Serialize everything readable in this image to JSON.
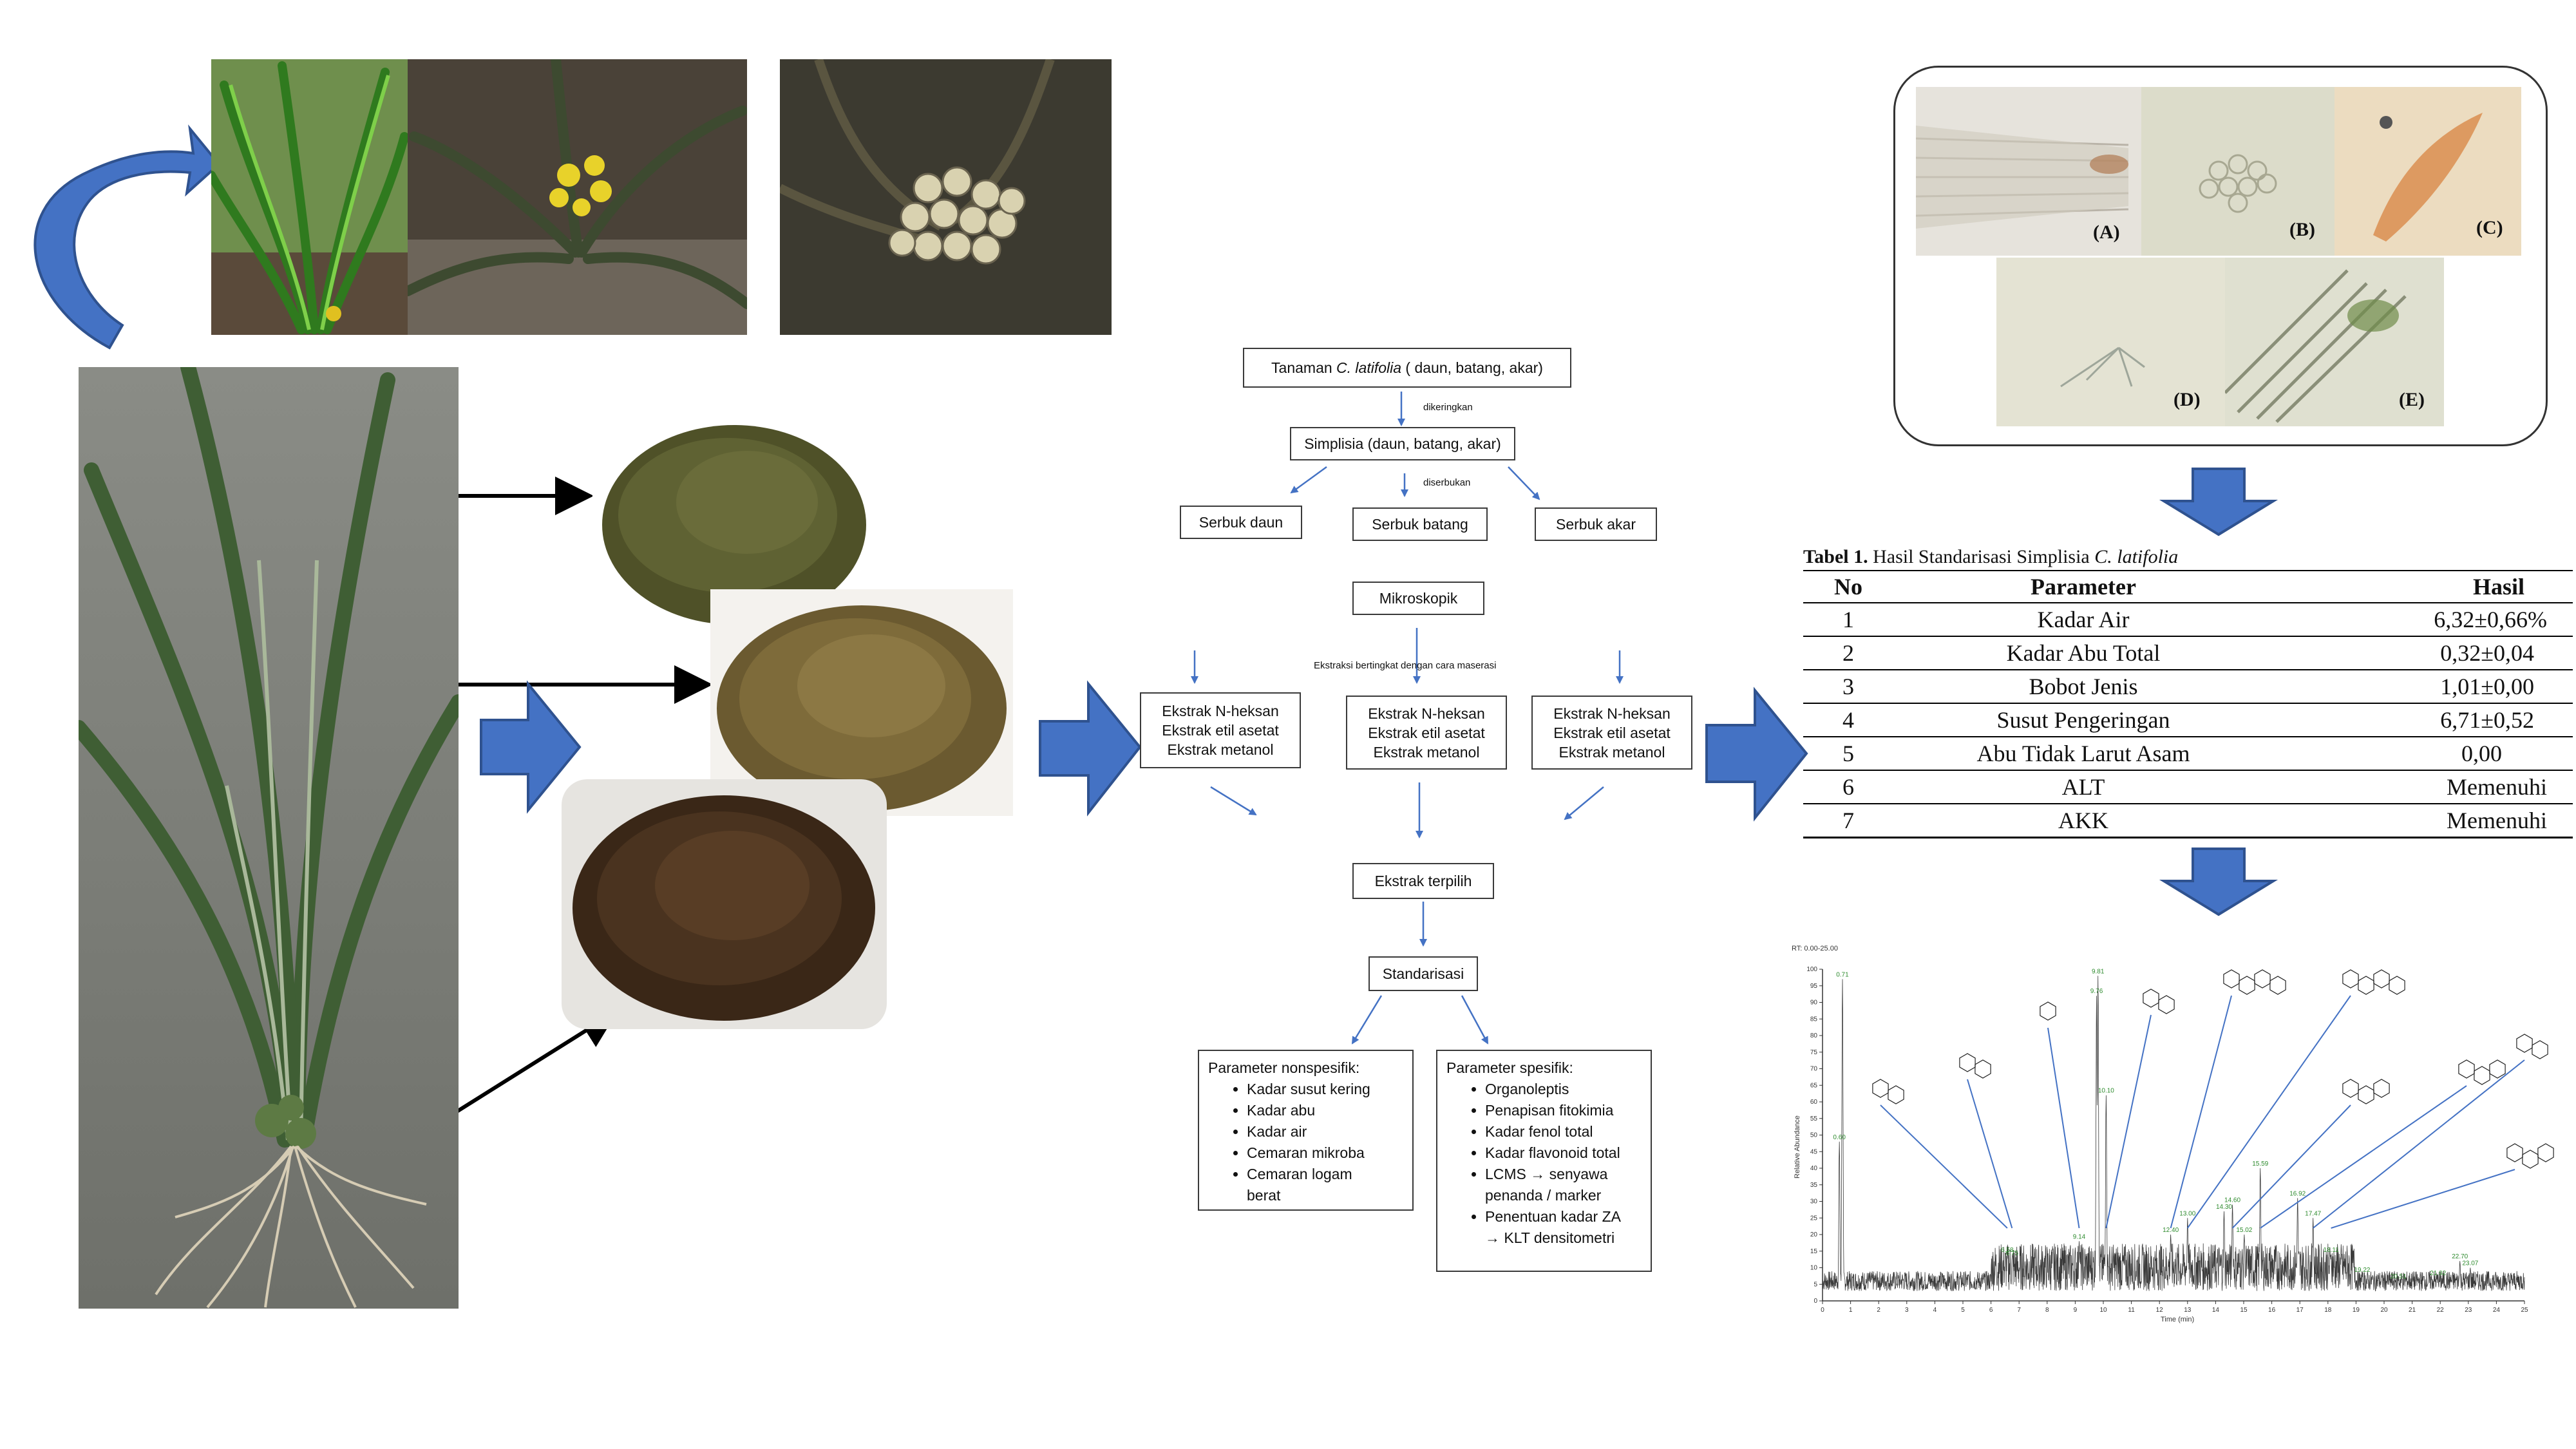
{
  "flowchart": {
    "top_box": {
      "prefix": "Tanaman ",
      "species": "C. latifolia",
      "suffix": " ( daun, batang, akar)"
    },
    "dried_label": "dikeringkan",
    "simplisia_box": "Simplisia (daun, batang, akar)",
    "powdered_label": "diserbukan",
    "powder_boxes": [
      "Serbuk daun",
      "Serbuk batang",
      "Serbuk akar"
    ],
    "microscopic_box": "Mikroskopik",
    "extraction_label": "Ekstraksi bertingkat dengan cara maserasi",
    "extract_lines": [
      "Ekstrak N-heksan",
      "Ekstrak etil asetat",
      "Ekstrak metanol"
    ],
    "selected_box": "Ekstrak terpilih",
    "standardization_box": "Standarisasi",
    "nonspecific": {
      "title": "Parameter nonspesifik:",
      "items": [
        "Kadar susut kering",
        "Kadar abu",
        "Kadar air",
        "Cemaran mikroba",
        "Cemaran logam berat"
      ]
    },
    "specific": {
      "title": "Parameter spesifik:",
      "items": [
        "Organoleptis",
        "Penapisan fitokimia",
        "Kadar fenol total",
        "Kadar flavonoid total",
        "LCMS → senyawa penanda / marker",
        "Penentuan kadar ZA → KLT densitometri"
      ]
    }
  },
  "microscopy": {
    "labels": [
      "(A)",
      "(B)",
      "(C)",
      "(D)",
      "(E)"
    ]
  },
  "table": {
    "caption_bold": "Tabel 1.",
    "caption_text": " Hasil Standarisasi Simplisia ",
    "caption_species": "C. latifolia",
    "headers": [
      "No",
      "Parameter",
      "Hasil"
    ],
    "rows": [
      {
        "no": "1",
        "parameter": "Kadar Air",
        "hasil": "6,32±0,66%"
      },
      {
        "no": "2",
        "parameter": "Kadar Abu Total",
        "hasil": "0,32±0,04"
      },
      {
        "no": "3",
        "parameter": "Bobot Jenis",
        "hasil": "1,01±0,00"
      },
      {
        "no": "4",
        "parameter": "Susut Pengeringan",
        "hasil": "6,71±0,52"
      },
      {
        "no": "5",
        "parameter": "Abu Tidak Larut Asam",
        "hasil": "0,00"
      },
      {
        "no": "6",
        "parameter": "ALT",
        "hasil": "Memenuhi"
      },
      {
        "no": "7",
        "parameter": "AKK",
        "hasil": "Memenuhi"
      }
    ]
  },
  "chromatogram": {
    "axis_title_x": "Time (min)",
    "axis_title_y": "Relative Abundance",
    "corner_text": "RT: 0.00-25.00",
    "x_ticks": [
      "0",
      "1",
      "2",
      "3",
      "4",
      "5",
      "6",
      "7",
      "8",
      "9",
      "10",
      "11",
      "12",
      "13",
      "14",
      "15",
      "16",
      "17",
      "18",
      "19",
      "20",
      "21",
      "22",
      "23",
      "24",
      "25"
    ],
    "y_ticks": [
      "0",
      "5",
      "10",
      "15",
      "20",
      "25",
      "30",
      "35",
      "40",
      "45",
      "50",
      "55",
      "60",
      "65",
      "70",
      "75",
      "80",
      "85",
      "90",
      "95",
      "100"
    ],
    "peak_labels": [
      "0.71",
      "0.60",
      "6.75",
      "9.76",
      "9.81",
      "9.14",
      "6.58",
      "10.10",
      "12.40",
      "13.00",
      "14.30",
      "14.60",
      "15.02",
      "15.59",
      "16.92",
      "17.47",
      "18.11",
      "21.92",
      "22.70",
      "23.07",
      "19.22",
      "20.51"
    ]
  },
  "colors": {
    "arrow_blue": "#4472c4",
    "arrow_stroke": "#2f528f",
    "green_label": "#2e8b2e",
    "peak_line": "#3a3a3a"
  }
}
